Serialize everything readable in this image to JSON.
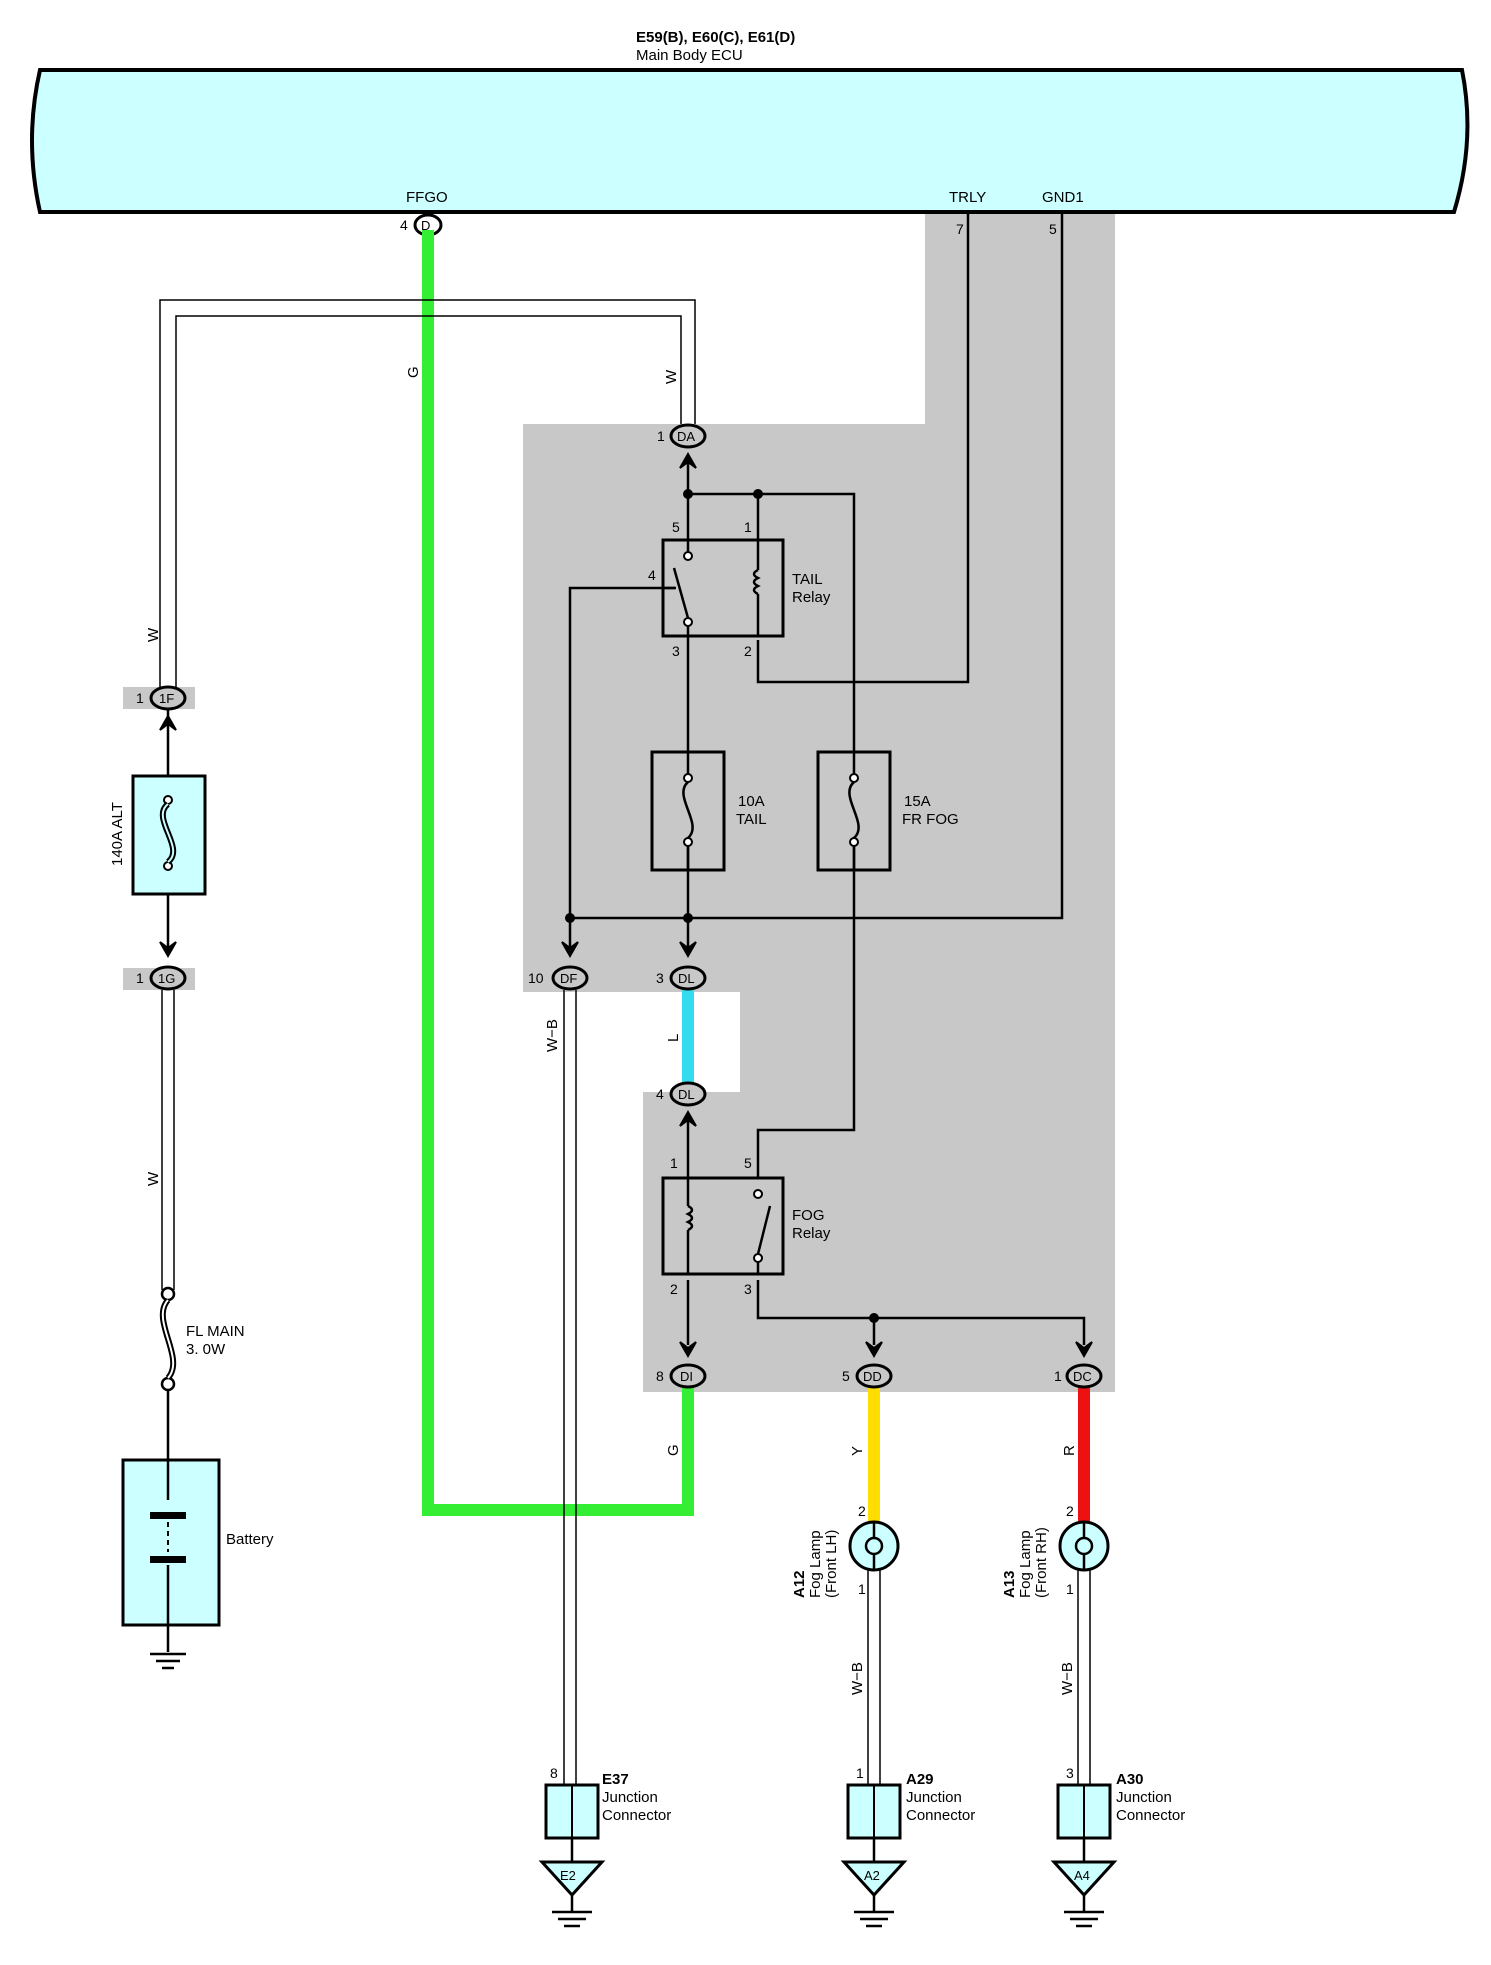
{
  "ecu": {
    "title": "E59(B), E60(C), E61(D)",
    "subtitle": "Main Body ECU",
    "pins": {
      "ffgo": "FFGO",
      "trly": "TRLY",
      "gnd1": "GND1"
    },
    "pin_nums": {
      "ffgo": "4",
      "trly": "7",
      "gnd1": "5"
    },
    "ffgo_conn": "D"
  },
  "wire_colors": {
    "G": "G",
    "W": "W",
    "L": "L",
    "WB": "W−B",
    "Y": "Y",
    "R": "R"
  },
  "colors": {
    "ecu_fill": "#ccffff",
    "junction_block": "#c8c8c8",
    "wire_green": "#33ee33",
    "wire_blue": "#33ddee",
    "wire_yellow": "#ffdd00",
    "wire_red": "#ee1111"
  },
  "connectors": {
    "DA": {
      "pin": "1",
      "id": "DA"
    },
    "1F": {
      "pin": "1",
      "id": "1F"
    },
    "1G": {
      "pin": "1",
      "id": "1G"
    },
    "DF": {
      "pin": "10",
      "id": "DF"
    },
    "DL_top": {
      "pin": "3",
      "id": "DL"
    },
    "DL_bot": {
      "pin": "4",
      "id": "DL"
    },
    "DI": {
      "pin": "8",
      "id": "DI"
    },
    "DD": {
      "pin": "5",
      "id": "DD"
    },
    "DC": {
      "pin": "1",
      "id": "DC"
    }
  },
  "tail_relay": {
    "name1": "TAIL",
    "name2": "Relay",
    "pins": {
      "p5": "5",
      "p1": "1",
      "p4": "4",
      "p3": "3",
      "p2": "2"
    }
  },
  "fog_relay": {
    "name1": "FOG",
    "name2": "Relay",
    "pins": {
      "p1": "1",
      "p5": "5",
      "p2": "2",
      "p3": "3"
    }
  },
  "fuses": {
    "tail": {
      "amp": "10A",
      "name": "TAIL"
    },
    "fr_fog": {
      "amp": "15A",
      "name": "FR FOG"
    },
    "alt": {
      "label": "140A ALT"
    },
    "fl_main": {
      "name": "FL MAIN",
      "size": "3. 0W"
    }
  },
  "battery": {
    "label": "Battery"
  },
  "lamps": {
    "lh": {
      "id": "A12",
      "name": "Fog Lamp",
      "side": "(Front LH)",
      "pin_top": "2",
      "pin_bot": "1"
    },
    "rh": {
      "id": "A13",
      "name": "Fog Lamp",
      "side": "(Front RH)",
      "pin_top": "2",
      "pin_bot": "1"
    }
  },
  "junctions": {
    "e37": {
      "id": "E37",
      "l1": "Junction",
      "l2": "Connector",
      "pin": "8",
      "ground": "E2"
    },
    "a29": {
      "id": "A29",
      "l1": "Junction",
      "l2": "Connector",
      "pin": "1",
      "ground": "A2"
    },
    "a30": {
      "id": "A30",
      "l1": "Junction",
      "l2": "Connector",
      "pin": "3",
      "ground": "A4"
    }
  }
}
